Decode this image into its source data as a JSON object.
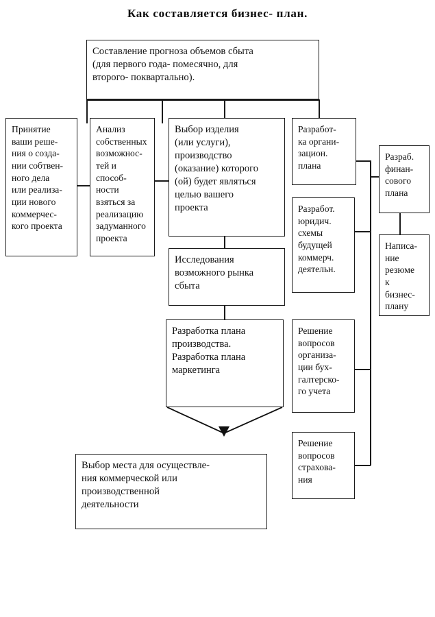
{
  "document": {
    "title": "Как  составляется  бизнес- план.",
    "type": "flowchart"
  },
  "nodes": {
    "forecast": {
      "id": "forecast",
      "lines": [
        "Составление прогноза объемов сбыта",
        "(для первого года- помесячно, для",
        "второго- поквартально)."
      ]
    },
    "decision": {
      "id": "decision",
      "lines": [
        "Принятие",
        "ваши реше-",
        "ния о созда-",
        "нии собтвен-",
        "ного дела",
        "или реализа-",
        "ции нового",
        "коммерчес-",
        "кого проекта"
      ]
    },
    "analysis": {
      "id": "analysis",
      "lines": [
        "Анализ",
        "собственных",
        " возможнос-",
        "тей и способ-",
        " ности",
        "взяться  за",
        "реализацию",
        "задуманного",
        "проекта"
      ]
    },
    "product_choice": {
      "id": "product_choice",
      "lines": [
        "Выбор изделия",
        "(или услуги),",
        "производство",
        "(оказание) которого",
        "(ой) будет являться",
        "целью вашего",
        " проекта"
      ]
    },
    "market_research": {
      "id": "market_research",
      "lines": [
        "Исследования",
        "возможного рынка",
        "сбыта"
      ]
    },
    "production_plan": {
      "id": "production_plan",
      "lines": [
        "Разработка  плана",
        "производства.",
        "Разработка плана",
        "маркетинга"
      ]
    },
    "location_choice": {
      "id": "location_choice",
      "lines": [
        "Выбор места для  осуществле-",
        " ния  коммерческой  или",
        "производственной",
        "деятельности"
      ]
    },
    "org_plan": {
      "id": "org_plan",
      "lines": [
        "Разработ-",
        "ка органи-",
        "зацион.",
        " плана"
      ]
    },
    "legal_scheme": {
      "id": "legal_scheme",
      "lines": [
        " Разработ.",
        "юридич.",
        "схемы",
        "будущей",
        " коммерч.",
        "  деятельн."
      ]
    },
    "accounting": {
      "id": "accounting",
      "lines": [
        "Решение",
        "вопросов",
        "организа-",
        "ции бух-",
        "галтерско-",
        "го учета"
      ]
    },
    "insurance": {
      "id": "insurance",
      "lines": [
        "Решение",
        "вопросов",
        "страхова-",
        "ния"
      ]
    },
    "financial_plan": {
      "id": "financial_plan",
      "lines": [
        "Разраб.",
        "финан-",
        "сового",
        "плана"
      ]
    },
    "summary": {
      "id": "summary",
      "lines": [
        "Написа-",
        "ние",
        "резюме",
        "к",
        "бизнес-",
        "плану"
      ]
    }
  },
  "colors": {
    "ink": "#111111",
    "border": "#1a1a1a",
    "background": "#ffffff"
  }
}
